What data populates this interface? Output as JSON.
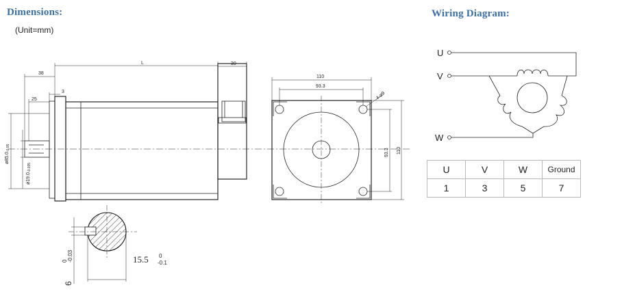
{
  "headings": {
    "dimensions": "Dimensions:",
    "wiring": "Wiring Diagram:",
    "unit": "(Unit=mm)"
  },
  "side_view": {
    "dim_38": "38",
    "dim_L": "L",
    "dim_30": "30",
    "dim_3": "3",
    "dim_25": "25",
    "dim_dia_85": "ø85.0",
    "dim_dia_85_tol": "-0.05",
    "dim_dia_19": "ø19.0",
    "dim_dia_19_tol": "-0.035"
  },
  "front_view": {
    "dim_110_top": "110",
    "dim_93_3_top": "93.3",
    "dim_hole": "4-ø9",
    "dim_93_3_side": "93.3",
    "dim_110_side": "110"
  },
  "shaft_section": {
    "dim_6": "6",
    "dim_6_tol_upper": "0",
    "dim_6_tol_lower": "-0.03",
    "dim_15_5": "15.5",
    "dim_15_5_tol_upper": "0",
    "dim_15_5_tol_lower": "-0.1"
  },
  "wiring": {
    "terminal_u": "U",
    "terminal_v": "V",
    "terminal_w": "W"
  },
  "phase_table": {
    "headers": [
      "U",
      "V",
      "W",
      "Ground"
    ],
    "values": [
      "1",
      "3",
      "5",
      "7"
    ]
  }
}
